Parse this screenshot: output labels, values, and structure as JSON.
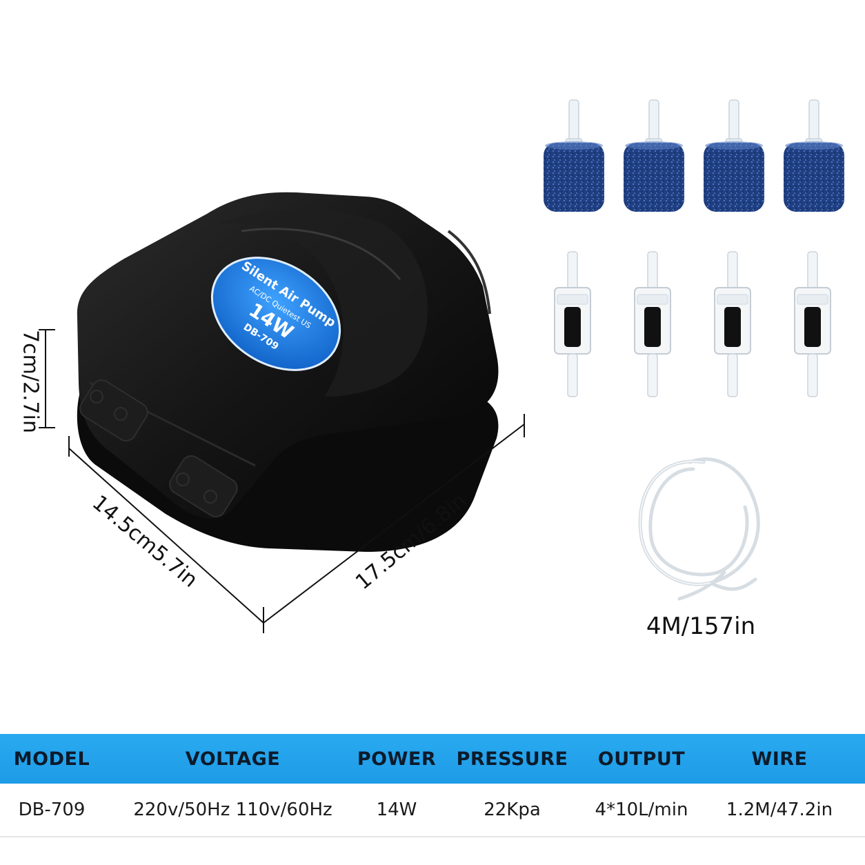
{
  "pump": {
    "label_line1": "Silent Air Pump",
    "label_line2": "AC/DC Quietest US",
    "label_power": "14W",
    "label_model": "DB-709"
  },
  "dimensions": {
    "height": "7cm/2.7in",
    "depth": "14.5cm5.7in",
    "width": "17.5cm/6.8in"
  },
  "tube": {
    "length": "4M/157in"
  },
  "accessories": {
    "air_stones": 4,
    "check_valves": 4
  },
  "colors": {
    "header_blue": "#1e9be6",
    "label_blue": "#1a6fd1",
    "stone_blue": "#1f3f82",
    "pump_body": "#111111"
  },
  "specs": {
    "headers": [
      "MODEL",
      "VOLTAGE",
      "POWER",
      "PRESSURE",
      "OUTPUT",
      "WIRE"
    ],
    "values": [
      "DB-709",
      "220v/50Hz 110v/60Hz",
      "14W",
      "22Kpa",
      "4*10L/min",
      "1.2M/47.2in"
    ]
  }
}
